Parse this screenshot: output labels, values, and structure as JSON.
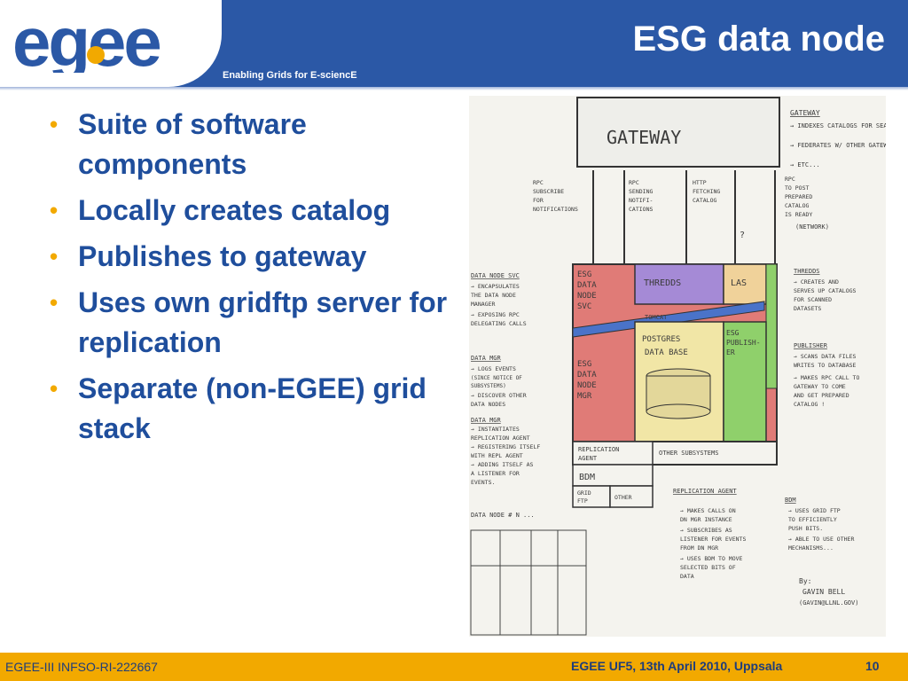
{
  "header": {
    "logo_text": "egee",
    "tagline": "Enabling Grids for E-sciencE",
    "title": "ESG data node"
  },
  "bullets": [
    "Suite of software components",
    "Locally creates catalog",
    "Publishes to gateway",
    "Uses own gridftp server for replication",
    "Separate (non-EGEE) grid stack"
  ],
  "sketch": {
    "gateway": "GATEWAY",
    "gateway_note_title": "GATEWAY",
    "gateway_notes": [
      "→ INDEXES CATALOGS FOR SEARCH",
      "→ FEDERATES W/ OTHER GATEWAYS",
      "→ ETC..."
    ],
    "arrow_labels": {
      "rpc": [
        "RPC",
        "SUBSCRIBE",
        "FOR",
        "NOTIFICATIONS"
      ],
      "rpc2": [
        "RPC",
        "SENDING",
        "NOTIFI-",
        "CATIONS"
      ],
      "http": [
        "HTTP",
        "FETCHING",
        "CATALOG"
      ],
      "rpc3": [
        "RPC",
        "TO POST",
        "PREPARED",
        "CATALOG",
        "IS READY"
      ]
    },
    "question": "?",
    "network": "(NETWORK)",
    "data_node_svc_title": "DATA NODE SVC",
    "data_node_svc_notes": [
      "→ ENCAPSULATES",
      "THE DATA NODE",
      "MANAGER",
      "→ EXPOSING RPC",
      "DELEGATING CALLS"
    ],
    "esg_svc": [
      "ESG",
      "DATA",
      "NODE",
      "SVC"
    ],
    "thredds": "THREDDS",
    "las": "LAS",
    "tomcat": "TOMCAT",
    "postgres": [
      "POSTGRES",
      "DATA BASE"
    ],
    "esg_publisher": [
      "ESG",
      "PUBLISH-",
      "ER"
    ],
    "esg_mgr": [
      "ESG",
      "DATA",
      "NODE",
      "MGR"
    ],
    "thredds_note_title": "THREDDS",
    "thredds_notes": [
      "→ CREATES AND",
      "SERVES UP CATALOGS",
      "FOR SCANNED",
      "DATASETS"
    ],
    "publisher_note_title": "PUBLISHER",
    "publisher_notes": [
      "→ SCANS DATA FILES",
      "WRITES TO DATABASE",
      "→ MAKES RPC CALL TO",
      "GATEWAY TO COME",
      "AND GET PREPARED",
      "CATALOG !"
    ],
    "data_mgr_title": "DATA MGR",
    "data_mgr_notes": [
      "→ LOGS EVENTS",
      "(SINCE NOTICE OF",
      "SUBSYSTEMS)",
      "→ DISCOVER OTHER",
      "DATA NODES"
    ],
    "data_mgr_title_2": "DATA MGR",
    "data_mgr_notes_2": [
      "→ INSTANTIATES",
      "REPLICATION AGENT",
      "→ REGISTERING ITSELF",
      "WITH REPL AGENT",
      "→ ADDING ITSELF AS",
      "A LISTENER FOR",
      "EVENTS."
    ],
    "replication_agent": [
      "REPLICATION",
      "AGENT"
    ],
    "other_subsystems": "OTHER SUBSYSTEMS",
    "bdm": "BDM",
    "gridftp": [
      "GRID",
      "FTP"
    ],
    "other": "OTHER",
    "data_node_n": "DATA NODE # N ...",
    "replication_note_title": "REPLICATION AGENT",
    "replication_notes": [
      "→ MAKES CALLS ON",
      "DN MGR INSTANCE",
      "→ SUBSCRIBES AS",
      "LISTENER FOR EVENTS",
      "FROM DN MGR",
      "→ USES BDM TO MOVE",
      "SELECTED BITS OF",
      "DATA"
    ],
    "bdm_note_title": "BDM",
    "bdm_notes": [
      "→ USES GRID FTP",
      "TO EFFICIENTLY",
      "PUSH BITS.",
      "→ ABLE TO USE OTHER",
      "MECHANISMS..."
    ],
    "signature": [
      "By:",
      "GAVIN BELL",
      "(GAVIN@LLNL.GOV)"
    ]
  },
  "footer": {
    "left": "EGEE-III INFSO-RI-222667",
    "center": "EGEE UF5, 13th  April 2010, Uppsala",
    "page": "10"
  },
  "colors": {
    "header_blue": "#2b58a6",
    "accent_orange": "#f2a900",
    "text_blue": "#1f4e9c"
  }
}
